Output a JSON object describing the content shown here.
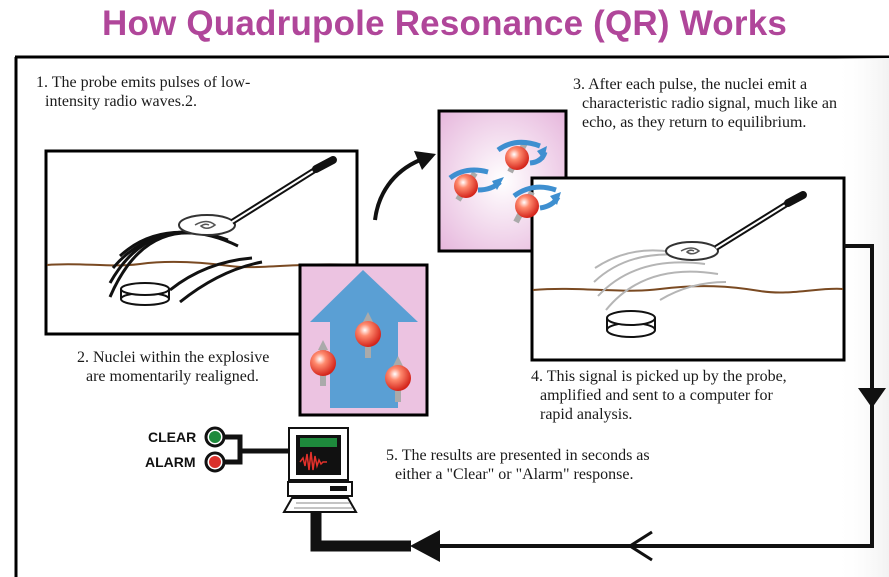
{
  "title": "How Quadrupole Resonance (QR) Works",
  "steps": {
    "step1_line1": "1. The probe emits pulses of low-",
    "step1_line2": "intensity radio waves.2.",
    "step2_line1": "2. Nuclei within the explosive",
    "step2_line2": "are momentarily realigned.",
    "step3_line1": "3. After each pulse, the nuclei emit a",
    "step3_line2": "characteristic radio signal, much like an",
    "step3_line3": "echo, as they return to equilibrium.",
    "step4_line1": "4. This signal is picked up by the probe,",
    "step4_line2": "amplified and sent to a computer for",
    "step4_line3": "rapid analysis.",
    "step5_line1": "5. The results are presented in seconds as",
    "step5_line2": "either a \"Clear\" or \"Alarm\" response."
  },
  "indicators": {
    "clear_label": "CLEAR",
    "alarm_label": "ALARM",
    "clear_color": "#1e8a3c",
    "alarm_color": "#d9302b"
  },
  "colors": {
    "title": "#b0469a",
    "panel_bg": "#ecc3e1",
    "arrow_blue": "#5a9fd4",
    "ground": "#7a4a22",
    "nucleus": "#e8372a",
    "spin_arrow": "#3e8fd0"
  }
}
